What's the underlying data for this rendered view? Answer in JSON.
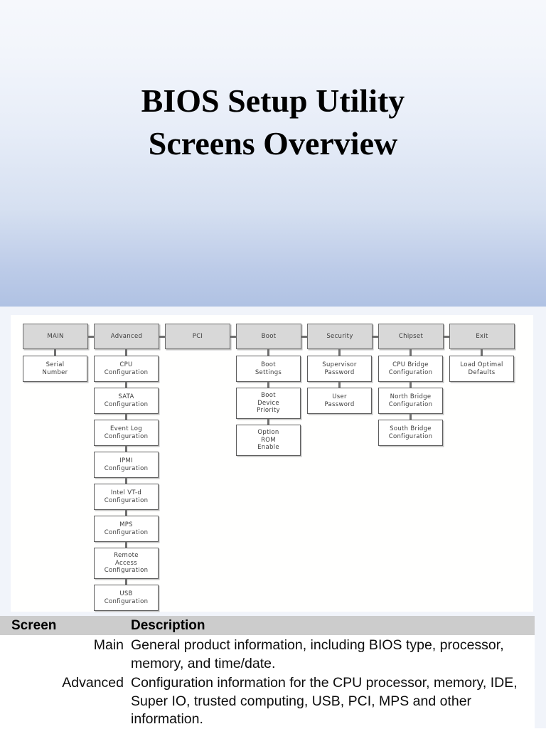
{
  "slide": {
    "title_line1": "BIOS Setup Utility",
    "title_line2": "Screens Overview"
  },
  "diagram": {
    "columns": [
      {
        "name": "main",
        "top": {
          "label": "MAIN"
        },
        "children": [
          {
            "label": "Serial\nNumber"
          }
        ]
      },
      {
        "name": "advanced",
        "top": {
          "label": "Advanced"
        },
        "children": [
          {
            "label": "CPU\nConfiguration"
          },
          {
            "label": "SATA\nConfiguration"
          },
          {
            "label": "Event Log\nConfiguration"
          },
          {
            "label": "IPMI\nConfiguration"
          },
          {
            "label": "Intel VT-d\nConfiguration"
          },
          {
            "label": "MPS\nConfiguration"
          },
          {
            "label": "Remote\nAccess\nConfiguration"
          },
          {
            "label": "USB\nConfiguration"
          }
        ]
      },
      {
        "name": "pci",
        "top": {
          "label": "PCI"
        },
        "children": []
      },
      {
        "name": "boot",
        "top": {
          "label": "Boot"
        },
        "children": [
          {
            "label": "Boot\nSettings"
          },
          {
            "label": "Boot\nDevice\nPriority"
          },
          {
            "label": "Option\nROM\nEnable"
          }
        ]
      },
      {
        "name": "security",
        "top": {
          "label": "Security"
        },
        "children": [
          {
            "label": "Supervisor\nPassword"
          },
          {
            "label": "User\nPassword"
          }
        ]
      },
      {
        "name": "chipset",
        "top": {
          "label": "Chipset"
        },
        "children": [
          {
            "label": "CPU Bridge\nConfiguration"
          },
          {
            "label": "North Bridge\nConfiguration"
          },
          {
            "label": "South Bridge\nConfiguration"
          }
        ]
      },
      {
        "name": "exit",
        "top": {
          "label": "Exit"
        },
        "children": [
          {
            "label": "Load Optimal\nDefaults"
          }
        ]
      }
    ]
  },
  "table": {
    "headers": {
      "screen": "Screen",
      "description": "Description"
    },
    "rows": [
      {
        "screen": "Main",
        "description": "General product information, including BIOS type, processor, memory, and time/date."
      },
      {
        "screen": "Advanced",
        "description": "Configuration information for the CPU processor, memory, IDE, Super IO, trusted computing, USB, PCI, MPS and other information."
      }
    ]
  },
  "colors": {
    "top_node_fill": "#d8d8d8",
    "node_border": "#5d5d5d",
    "table_header_fill": "#cccccc",
    "gradient_bottom": "#b0c2e3"
  }
}
